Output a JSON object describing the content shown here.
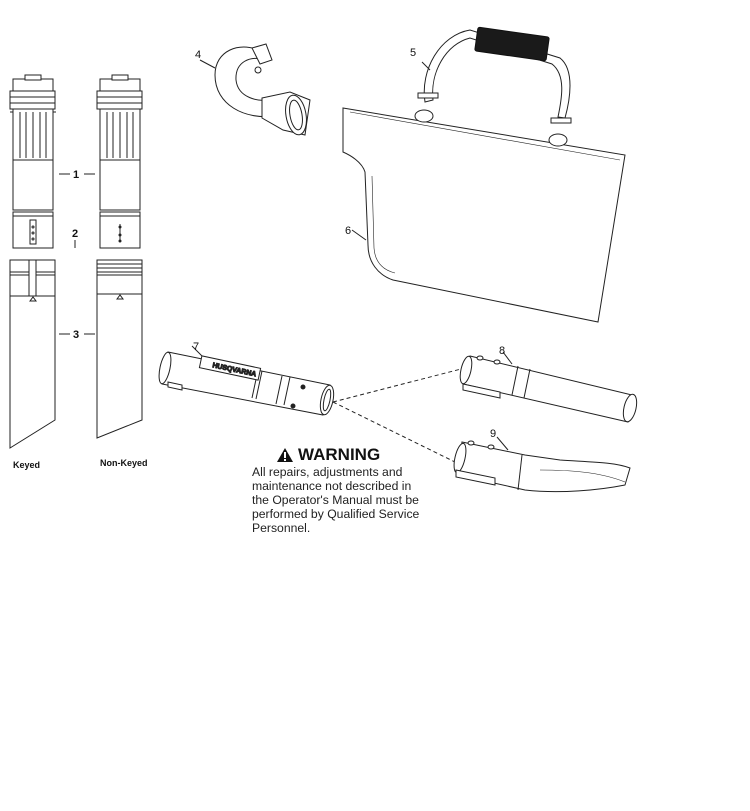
{
  "callouts": {
    "c1": "1",
    "c2": "2",
    "c3": "3",
    "c4": "4",
    "c5": "5",
    "c6": "6",
    "c7": "7",
    "c8": "8",
    "c9": "9"
  },
  "captions": {
    "keyed": "Keyed",
    "non_keyed": "Non-Keyed"
  },
  "brand_text": "HUSQVARNA",
  "warning": {
    "icon": "warning-triangle-icon",
    "title": "WARNING",
    "body": "All repairs, adjustments and\nmaintenance not described in\nthe Operator's Manual must be\nperformed by Qualified Service\nPersonnel."
  }
}
